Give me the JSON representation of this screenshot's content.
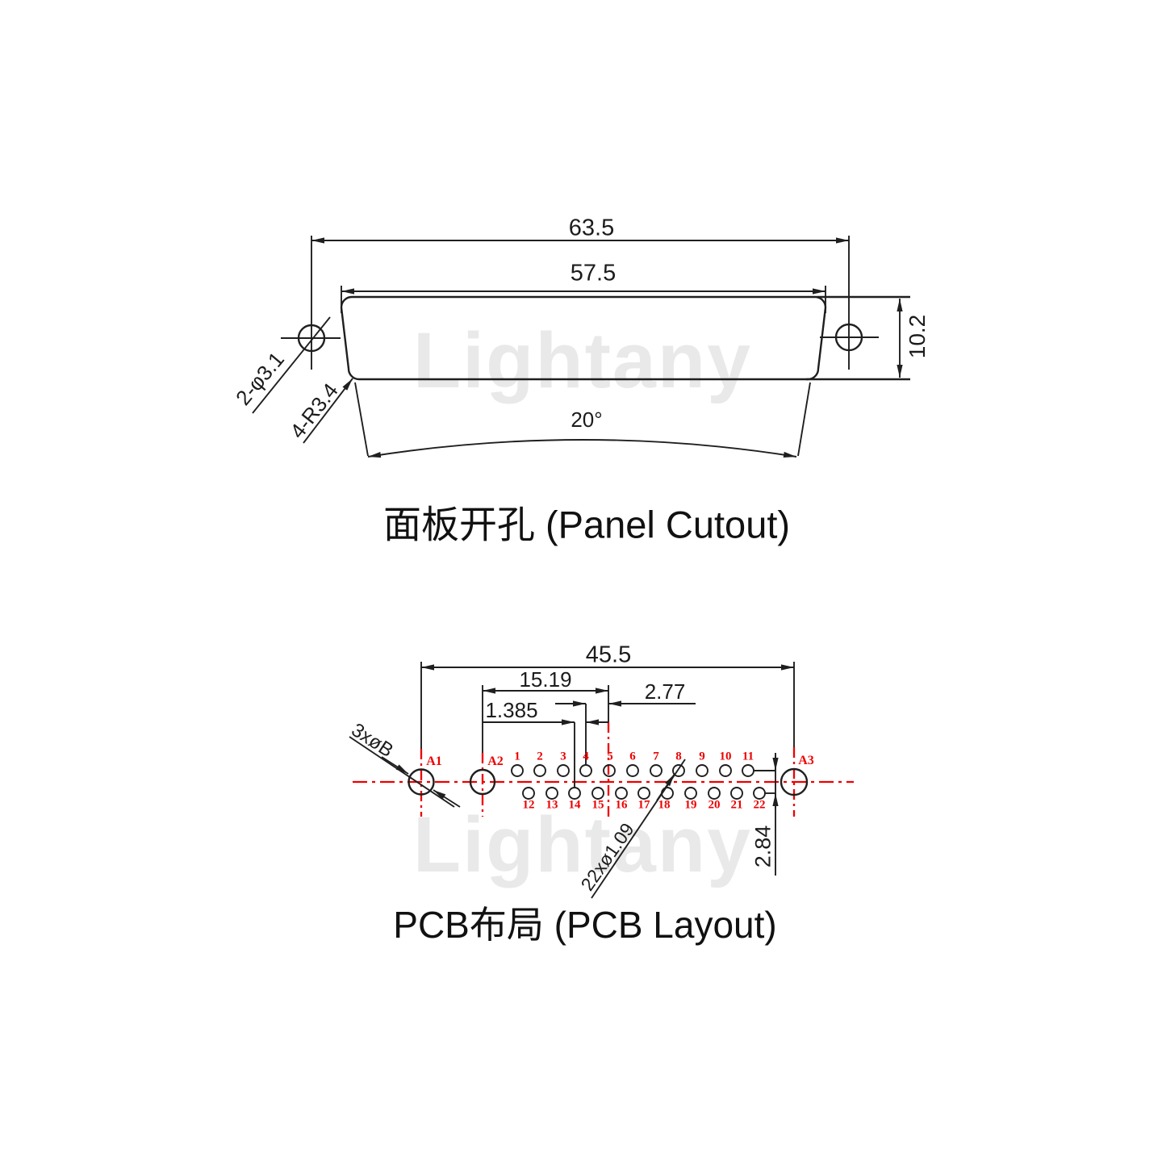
{
  "watermark": {
    "text": "Lightany",
    "color": "#e9e9e9"
  },
  "colors": {
    "line": "#1f1f1f",
    "accent_red": "#ee0000",
    "background": "#ffffff"
  },
  "panel_cutout": {
    "title": "面板开孔 (Panel Cutout)",
    "dim_overall_width": "63.5",
    "dim_cutout_width": "57.5",
    "dim_side_height": "10.2",
    "dim_mount_holes": "2-φ3.1",
    "dim_corner_radius": "4-R3.4",
    "dim_angle": "20°"
  },
  "pcb_layout": {
    "title": "PCB布局 (PCB Layout)",
    "dim_overall_width": "45.5",
    "dim_a2_to_center": "15.19",
    "dim_pin_pitch": "2.77",
    "dim_row_offset": "1.385",
    "dim_row_spacing": "2.84",
    "dim_power_holes": "3xøB",
    "dim_signal_holes": "22xø1.09",
    "power_labels": [
      "A1",
      "A2",
      "A3"
    ],
    "top_row_pins": [
      "1",
      "2",
      "3",
      "4",
      "5",
      "6",
      "7",
      "8",
      "9",
      "10",
      "11"
    ],
    "bottom_row_pins": [
      "12",
      "13",
      "14",
      "15",
      "16",
      "17",
      "18",
      "19",
      "20",
      "21",
      "22"
    ]
  }
}
